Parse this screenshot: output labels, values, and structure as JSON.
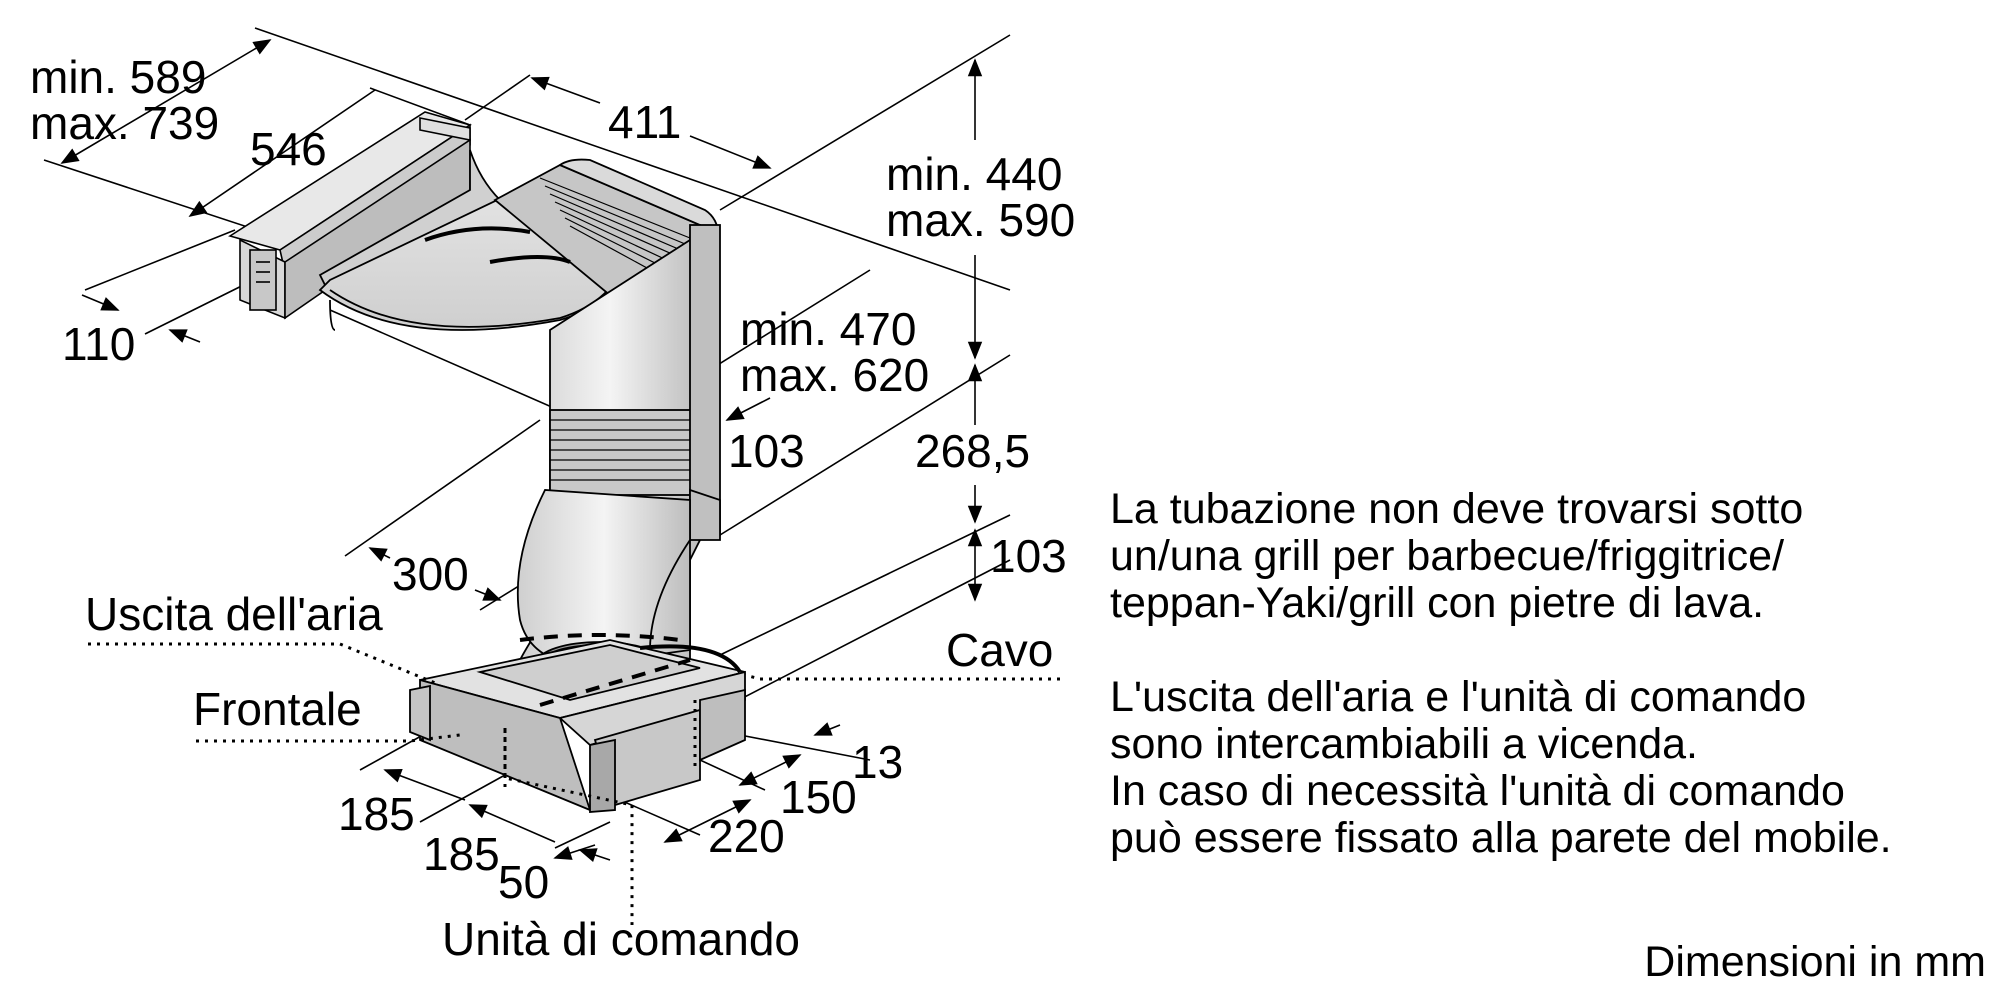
{
  "dimensions": {
    "hood_width_min": "min. 589",
    "hood_width_max": "max. 739",
    "hood_depth": "546",
    "duct_width": "411",
    "hood_height_min": "min. 440",
    "hood_height_max": "max. 590",
    "duct_length_min": "min. 470",
    "duct_length_max": "max. 620",
    "hood_thickness": "110",
    "duct_depth": "103",
    "offset_height": "268,5",
    "box_height": "103",
    "duct_offset": "300",
    "front_left": "185",
    "front_right": "185",
    "front_gap": "50",
    "cable_gap": "13",
    "control_width": "150",
    "control_depth": "220"
  },
  "callouts": {
    "air_outlet": "Uscita dell'aria",
    "front": "Frontale",
    "cable": "Cavo",
    "control_unit": "Unità di comando"
  },
  "notes": {
    "warning": [
      "La tubazione non deve trovarsi sotto",
      "un/una grill per barbecue/friggitrice/",
      "teppan-Yaki/grill con pietre di lava."
    ],
    "info": [
      "L'uscita dell'aria e l'unità di comando",
      "sono intercambiabili a vicenda.",
      "In caso di necessità l'unità di comando",
      "può essere fissato alla parete del mobile."
    ]
  },
  "footer": "Dimensioni in mm"
}
